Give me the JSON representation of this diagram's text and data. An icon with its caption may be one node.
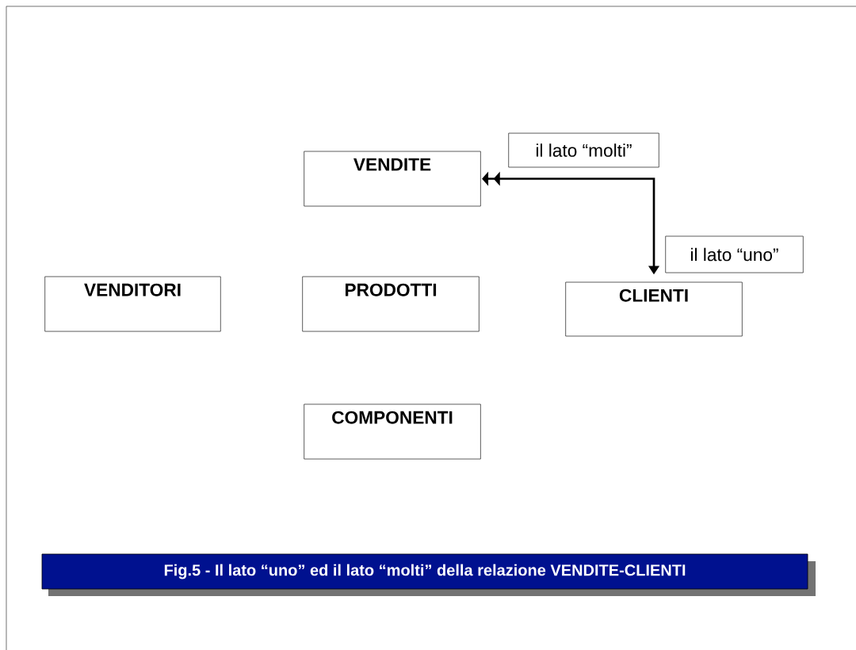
{
  "diagram": {
    "caption": "Fig.5 - Il lato “uno” ed il lato “molti” della relazione VENDITE-CLIENTI",
    "nodes": [
      {
        "text": [
          "il lato “molti”"
        ]
      },
      {
        "text": [
          "VENDITE"
        ]
      },
      {
        "text": [
          "il lato “uno”"
        ]
      },
      {
        "text": [
          "VENDITORI"
        ]
      },
      {
        "text": [
          "PRODOTTI"
        ]
      },
      {
        "text": [
          "CLIENTI"
        ]
      },
      {
        "text": [
          "COMPONENTI"
        ]
      }
    ],
    "edges": [
      {
        "from": 5,
        "to": 1,
        "arrow": "both"
      }
    ]
  }
}
